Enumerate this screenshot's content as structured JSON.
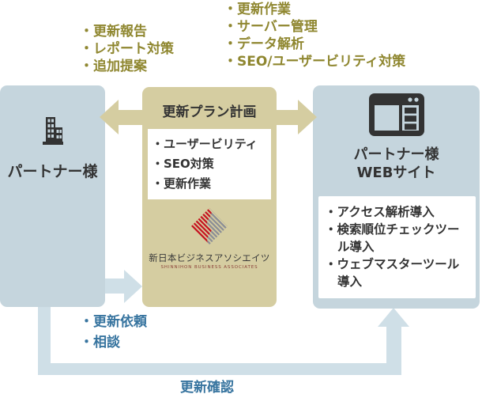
{
  "diagram": {
    "top_left_list": {
      "items": [
        "・更新報告",
        "・レポート対策",
        "・追加提案"
      ]
    },
    "top_right_list": {
      "items": [
        "・更新作業",
        "・サーバー管理",
        "・データ解析",
        "・SEO/ユーザービリティ対策"
      ]
    },
    "partner_box": {
      "label": "パートナー様"
    },
    "plan_box": {
      "title": "更新プラン計画",
      "items": [
        "・ユーザービリティ",
        "・SEO対策",
        "・更新作業"
      ],
      "logo": {
        "name": "新日本ビジネスアソシエイツ",
        "name_en": "SHINNIHON BUSINESS ASSOCIATES"
      }
    },
    "website_box": {
      "label_line1": "パートナー様",
      "label_line2": "WEBサイト",
      "items": [
        "・アクセス解析導入",
        "・検索順位チェックツール導入",
        "・ウェブマスターツール導入"
      ]
    },
    "bottom_left_list": {
      "items": [
        "・更新依頼",
        "・相談"
      ]
    },
    "confirm_label": "更新確認",
    "colors": {
      "box_blue": "#c5d5dd",
      "box_khaki": "#d5cda1",
      "arrow_light_blue": "#cfdfe7",
      "text_olive": "#8f8730",
      "text_blue": "#37749f",
      "text_dark": "#333333",
      "logo_red": "#c6121f",
      "logo_gray": "#8b8e96"
    }
  }
}
